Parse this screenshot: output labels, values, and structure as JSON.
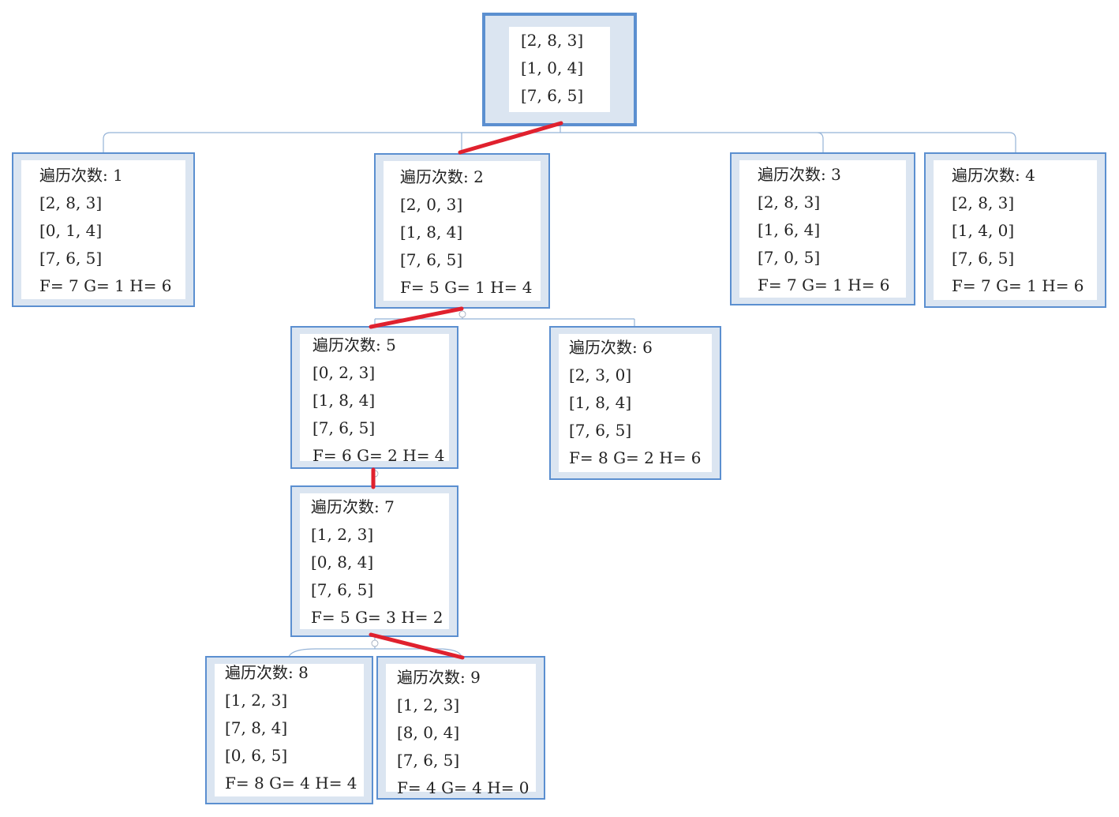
{
  "colors": {
    "box_border": "#5b8fd0",
    "box_fill": "#dbe5f1",
    "inner_fill": "#ffffff",
    "connector": "#95b3d7",
    "path_highlight": "#e0212e",
    "text": "#222222"
  },
  "nodes": [
    {
      "id": "root",
      "lines": [
        "[2, 8, 3]",
        "[1, 0, 4]",
        "[7, 6, 5]"
      ]
    },
    {
      "id": "n1",
      "lines": [
        "遍历次数: 1",
        "[2, 8, 3]",
        "[0, 1, 4]",
        "[7, 6, 5]",
        "F= 7 G= 1 H= 6"
      ]
    },
    {
      "id": "n2",
      "lines": [
        "遍历次数: 2",
        "[2, 0, 3]",
        "[1, 8, 4]",
        "[7, 6, 5]",
        "F= 5 G= 1 H= 4"
      ]
    },
    {
      "id": "n3",
      "lines": [
        "遍历次数: 3",
        "[2, 8, 3]",
        "[1, 6, 4]",
        "[7, 0, 5]",
        "F= 7 G= 1 H= 6"
      ]
    },
    {
      "id": "n4",
      "lines": [
        "遍历次数: 4",
        "[2, 8, 3]",
        "[1, 4, 0]",
        "[7, 6, 5]",
        "F= 7 G= 1 H= 6"
      ]
    },
    {
      "id": "n5",
      "lines": [
        "遍历次数: 5",
        "[0, 2, 3]",
        "[1, 8, 4]",
        "[7, 6, 5]",
        "F= 6 G= 2 H= 4"
      ]
    },
    {
      "id": "n6",
      "lines": [
        "遍历次数: 6",
        "[2, 3, 0]",
        "[1, 8, 4]",
        "[7, 6, 5]",
        "F= 8 G= 2 H= 6"
      ]
    },
    {
      "id": "n7",
      "lines": [
        "遍历次数: 7",
        "[1, 2, 3]",
        "[0, 8, 4]",
        "[7, 6, 5]",
        "F= 5 G= 3 H= 2"
      ]
    },
    {
      "id": "n8",
      "lines": [
        "遍历次数: 8",
        "[1, 2, 3]",
        "[7, 8, 4]",
        "[0, 6, 5]",
        "F= 8 G= 4 H= 4"
      ]
    },
    {
      "id": "n9",
      "lines": [
        "遍历次数: 9",
        "[1, 2, 3]",
        "[8, 0, 4]",
        "[7, 6, 5]",
        "F= 4 G= 4 H= 0"
      ]
    }
  ],
  "edges": [
    {
      "from": "root",
      "to": "n1",
      "highlight": false
    },
    {
      "from": "root",
      "to": "n2",
      "highlight": true
    },
    {
      "from": "root",
      "to": "n3",
      "highlight": false
    },
    {
      "from": "root",
      "to": "n4",
      "highlight": false
    },
    {
      "from": "n2",
      "to": "n5",
      "highlight": true
    },
    {
      "from": "n2",
      "to": "n6",
      "highlight": false
    },
    {
      "from": "n5",
      "to": "n7",
      "highlight": true
    },
    {
      "from": "n7",
      "to": "n8",
      "highlight": false
    },
    {
      "from": "n7",
      "to": "n9",
      "highlight": true
    }
  ]
}
